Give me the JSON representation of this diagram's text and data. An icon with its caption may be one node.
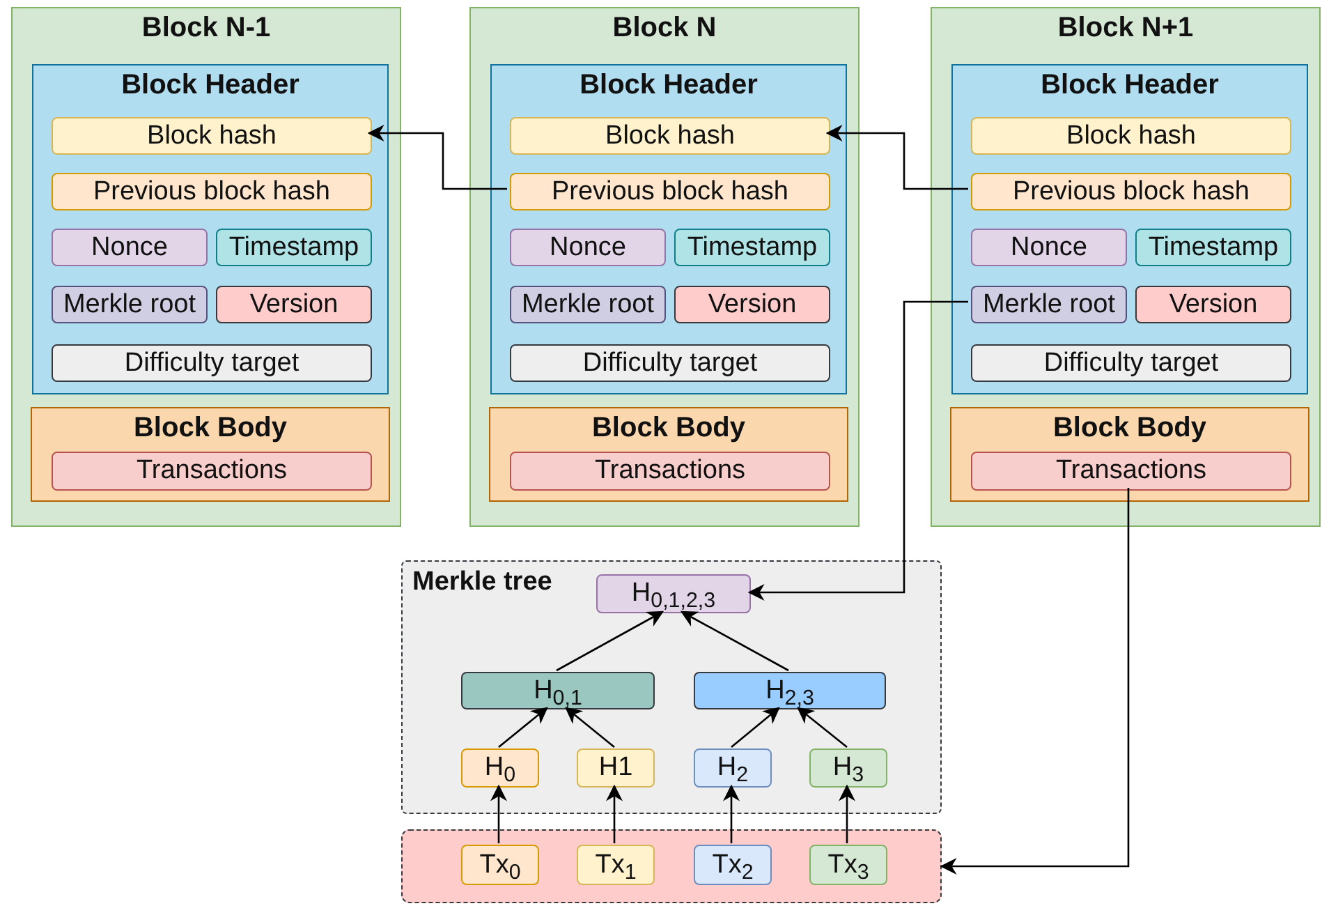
{
  "diagram": {
    "nodes": [
      {
        "text": [
          "Block N-1"
        ]
      },
      {
        "text": [
          "Block Header"
        ],
        "in": 0
      },
      {
        "text": [
          "Block hash"
        ],
        "in": 1
      },
      {
        "text": [
          "Previous block hash"
        ],
        "in": 1
      },
      {
        "text": [
          "Nonce"
        ],
        "in": 1
      },
      {
        "text": [
          "Timestamp"
        ],
        "in": 1
      },
      {
        "text": [
          "Merkle root"
        ],
        "in": 1
      },
      {
        "text": [
          "Version"
        ],
        "in": 1
      },
      {
        "text": [
          "Difficulty target"
        ],
        "in": 1
      },
      {
        "text": [
          "Block Body"
        ],
        "in": 0
      },
      {
        "text": [
          "Transactions"
        ],
        "in": 9
      },
      {
        "text": [
          "Block N"
        ]
      },
      {
        "text": [
          "Block Header"
        ],
        "in": 11
      },
      {
        "text": [
          "Block hash"
        ],
        "in": 12
      },
      {
        "text": [
          "Previous block hash"
        ],
        "in": 12
      },
      {
        "text": [
          "Nonce"
        ],
        "in": 12
      },
      {
        "text": [
          "Timestamp"
        ],
        "in": 12
      },
      {
        "text": [
          "Merkle root"
        ],
        "in": 12
      },
      {
        "text": [
          "Version"
        ],
        "in": 12
      },
      {
        "text": [
          "Difficulty target"
        ],
        "in": 12
      },
      {
        "text": [
          "Block Body"
        ],
        "in": 11
      },
      {
        "text": [
          "Transactions"
        ],
        "in": 20
      },
      {
        "text": [
          "Block N+1"
        ]
      },
      {
        "text": [
          "Block Header"
        ],
        "in": 22
      },
      {
        "text": [
          "Block hash"
        ],
        "in": 23
      },
      {
        "text": [
          "Previous block hash"
        ],
        "in": 23
      },
      {
        "text": [
          "Nonce"
        ],
        "in": 23
      },
      {
        "text": [
          "Timestamp"
        ],
        "in": 23
      },
      {
        "text": [
          "Merkle root"
        ],
        "in": 23
      },
      {
        "text": [
          "Version"
        ],
        "in": 23
      },
      {
        "text": [
          "Difficulty target"
        ],
        "in": 23
      },
      {
        "text": [
          "Block Body"
        ],
        "in": 22
      },
      {
        "text": [
          "Transactions"
        ],
        "in": 31
      },
      {
        "text": [
          "Merkle tree"
        ]
      },
      {
        "text": [
          "H$_{0,1,2,3}$"
        ],
        "in": 33
      },
      {
        "text": [
          "H$_{0,1}$"
        ],
        "in": 33
      },
      {
        "text": [
          "H$_{2,3}$"
        ],
        "in": 33
      },
      {
        "text": [
          "H$_{0}$"
        ],
        "in": 33
      },
      {
        "text": [
          "H1"
        ],
        "in": 33
      },
      {
        "text": [
          "H$_{2}$"
        ],
        "in": 33
      },
      {
        "text": [
          "H$_{3}$"
        ],
        "in": 33
      },
      {
        "text": [],
        "shape": "box"
      },
      {
        "text": [
          "Tx$_{0}$"
        ],
        "in": 41
      },
      {
        "text": [
          "Tx$_{1}$"
        ],
        "in": 41
      },
      {
        "text": [
          "Tx$_{2}$"
        ],
        "in": 41
      },
      {
        "text": [
          "Tx$_{3}$"
        ],
        "in": 41
      }
    ],
    "edges": [
      {
        "from": 14,
        "to": 2,
        "arrow": "to"
      },
      {
        "from": 25,
        "to": 13,
        "arrow": "to"
      },
      {
        "from": 28,
        "to": 34,
        "arrow": "to"
      },
      {
        "from": 32,
        "to": 41,
        "arrow": "to"
      },
      {
        "from": 35,
        "to": 34,
        "arrow": "to"
      },
      {
        "from": 36,
        "to": 34,
        "arrow": "to"
      },
      {
        "from": 37,
        "to": 35,
        "arrow": "to"
      },
      {
        "from": 38,
        "to": 35,
        "arrow": "to"
      },
      {
        "from": 39,
        "to": 36,
        "arrow": "to"
      },
      {
        "from": 40,
        "to": 36,
        "arrow": "to"
      },
      {
        "from": 42,
        "to": 37,
        "arrow": "to"
      },
      {
        "from": 43,
        "to": 38,
        "arrow": "to"
      },
      {
        "from": 44,
        "to": 39,
        "arrow": "to"
      },
      {
        "from": 45,
        "to": 40,
        "arrow": "to"
      }
    ]
  }
}
